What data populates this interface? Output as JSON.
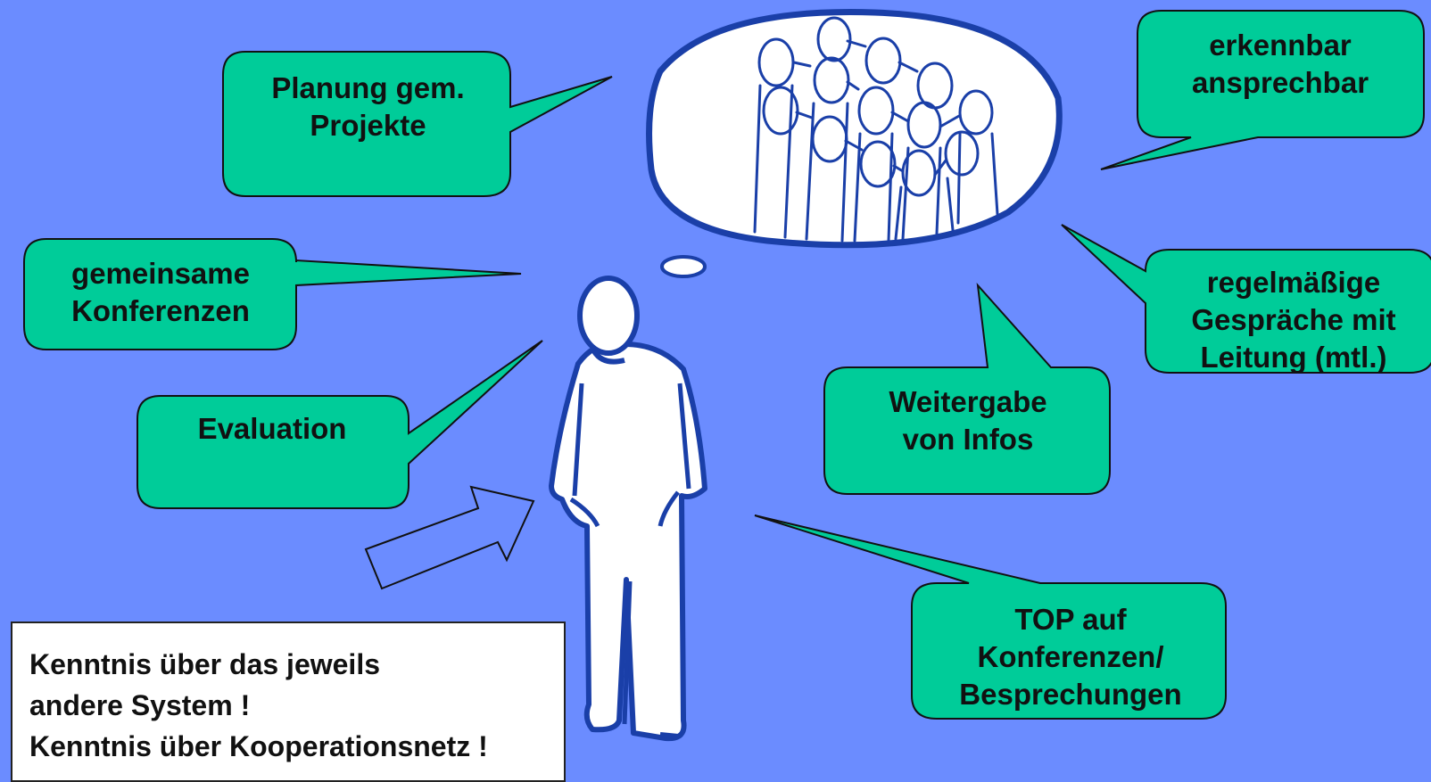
{
  "bubbles": {
    "planung": {
      "line1": "Planung gem.",
      "line2": "Projekte"
    },
    "erkennbar": {
      "line1": "erkennbar",
      "line2": "ansprechbar"
    },
    "gemeinsame": {
      "line1": "gemeinsame",
      "line2": "Konferenzen"
    },
    "regelmaessige": {
      "line1": "regelmäßige",
      "line2": "Gespräche mit",
      "line3": "Leitung (mtl.)"
    },
    "evaluation": {
      "line1": "Evaluation"
    },
    "weitergabe": {
      "line1": "Weitergabe",
      "line2": "von Infos"
    },
    "top": {
      "line1": "TOP auf",
      "line2": "Konferenzen/",
      "line3": "Besprechungen"
    }
  },
  "info_box": {
    "line1": "Kenntnis über das jeweils",
    "line2": "andere System !",
    "line3": "Kenntnis über Kooperationsnetz !"
  },
  "colors": {
    "background": "#6b8cff",
    "bubble_fill": "#00cc99",
    "outline": "#1a3fa8"
  }
}
